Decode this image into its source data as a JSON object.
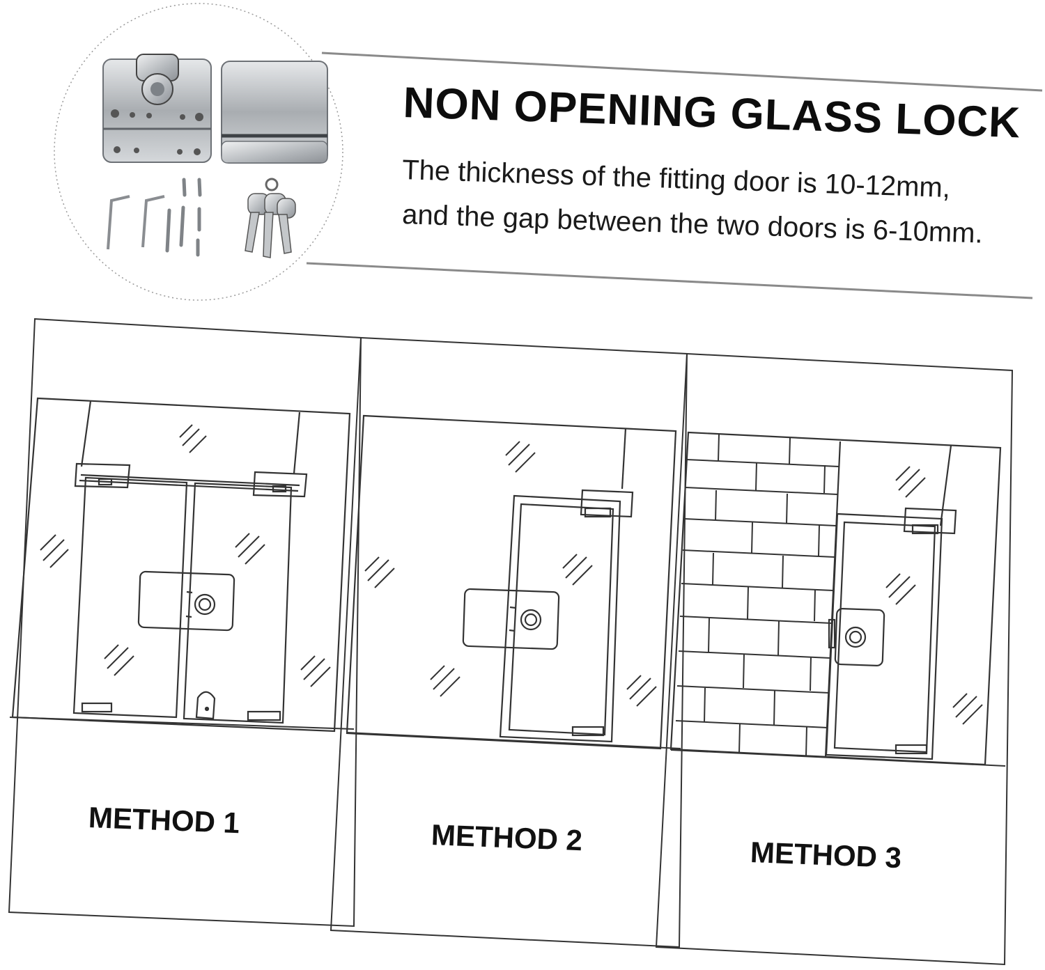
{
  "header": {
    "title": "NON OPENING GLASS LOCK",
    "description_line1": "The thickness of the fitting door is 10-12mm,",
    "description_line2": "and the gap between the two doors is 6-10mm."
  },
  "methods": [
    {
      "label": "METHOD 1"
    },
    {
      "label": "METHOD 2"
    },
    {
      "label": "METHOD 3"
    }
  ],
  "colors": {
    "line": "#333333",
    "metal": "#b9bcbf",
    "background": "#ffffff"
  }
}
